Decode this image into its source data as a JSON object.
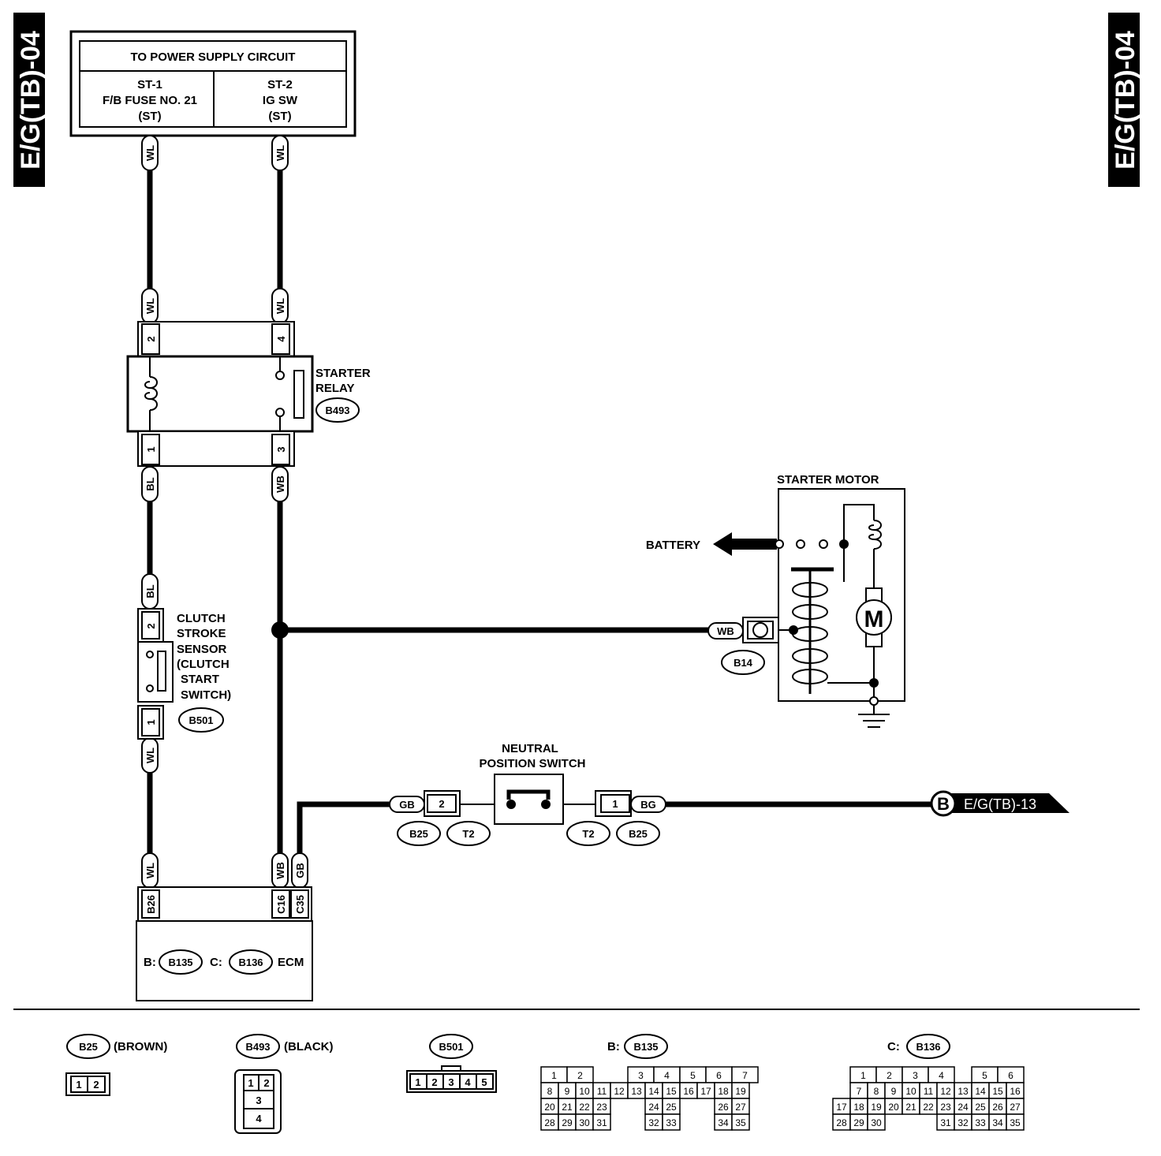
{
  "side_tabs": {
    "left": "E/G(TB)-04",
    "right": "E/G(TB)-04"
  },
  "power_supply": {
    "title": "TO POWER SUPPLY CIRCUIT",
    "left": [
      "ST-1",
      "F/B FUSE NO. 21",
      "(ST)"
    ],
    "right": [
      "ST-2",
      "IG SW",
      "(ST)"
    ]
  },
  "starter_relay": {
    "name": [
      "STARTER",
      "RELAY"
    ],
    "connector": "B493",
    "pins": [
      "2",
      "4",
      "1",
      "3"
    ]
  },
  "clutch_switch": {
    "name": [
      "CLUTCH",
      "STROKE",
      "SENSOR",
      "(CLUTCH",
      "START",
      "SWITCH)"
    ],
    "connector": "B501",
    "pins": [
      "2",
      "1"
    ]
  },
  "starter_motor": {
    "name": "STARTER MOTOR",
    "battery": "BATTERY",
    "motor_symbol": "M",
    "connector": "B14",
    "wire": "WB"
  },
  "neutral_switch": {
    "name": [
      "NEUTRAL",
      "POSITION SWITCH"
    ],
    "left_wire": "GB",
    "left_pin": "2",
    "right_pin": "1",
    "right_wire": "BG",
    "connectors_left": [
      "B25",
      "T2"
    ],
    "connectors_right": [
      "T2",
      "B25"
    ]
  },
  "reference": {
    "symbol": "B",
    "label": "E/G(TB)-13"
  },
  "wires": {
    "wl_top_left": "WL",
    "wl_top_right": "WL",
    "wl_relay_left": "WL",
    "wl_relay_right": "WL",
    "bl_relay": "BL",
    "wb_relay": "WB",
    "bl_clutch": "BL",
    "wl_clutch": "WL",
    "wl_ecm": "WL",
    "wb_ecm": "WB",
    "gb_ecm": "GB"
  },
  "ecm": {
    "pins": [
      "B26",
      "C16",
      "C35"
    ],
    "label_b": "B:",
    "conn_b": "B135",
    "label_c": "C:",
    "conn_c": "B136",
    "name": "ECM"
  },
  "legend": {
    "b25": {
      "id": "B25",
      "color": "(BROWN)",
      "pins": [
        "1",
        "2"
      ]
    },
    "b493": {
      "id": "B493",
      "color": "(BLACK)",
      "pins": [
        "1",
        "2",
        "3",
        "4"
      ]
    },
    "b501": {
      "id": "B501",
      "pins": [
        "1",
        "2",
        "3",
        "4",
        "5"
      ]
    },
    "b135": {
      "prefix": "B:",
      "id": "B135",
      "rows": [
        [
          "1",
          "2",
          "",
          "",
          "3",
          "4",
          "5",
          "6",
          "7"
        ],
        [
          "8",
          "9",
          "10",
          "11",
          "12",
          "13",
          "14",
          "15",
          "16",
          "17",
          "18",
          "19"
        ],
        [
          "20",
          "21",
          "22",
          "23",
          "",
          "",
          "24",
          "25",
          "",
          "",
          "26",
          "27"
        ],
        [
          "28",
          "29",
          "30",
          "31",
          "",
          "",
          "32",
          "33",
          "",
          "",
          "34",
          "35"
        ]
      ]
    },
    "b136": {
      "prefix": "C:",
      "id": "B136",
      "rows": [
        [
          "",
          "1",
          "2",
          "3",
          "4",
          "",
          "5",
          "6"
        ],
        [
          "",
          "7",
          "8",
          "9",
          "10",
          "11",
          "12",
          "13",
          "14",
          "15",
          "16"
        ],
        [
          "17",
          "18",
          "19",
          "20",
          "21",
          "22",
          "23",
          "24",
          "25",
          "26",
          "27"
        ],
        [
          "28",
          "29",
          "30",
          "",
          "",
          "",
          "31",
          "32",
          "33",
          "34",
          "35"
        ]
      ]
    }
  }
}
